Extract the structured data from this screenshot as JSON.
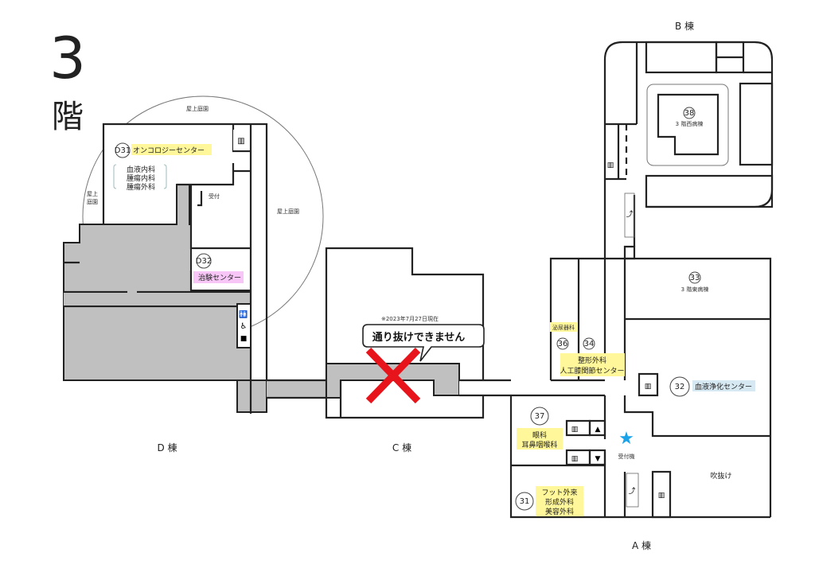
{
  "floor": {
    "number": "3",
    "kanji": "階"
  },
  "buildings": {
    "b": "B 棟",
    "d": "D 棟",
    "c": "C 棟",
    "a": "A 棟"
  },
  "rooftop_garden": {
    "top": "屋上庭園",
    "left_1": "屋上",
    "left_2": "庭園",
    "right": "屋上庭園"
  },
  "d_building": {
    "d31_number": "D31",
    "d31_name": "オンコロジーセンター",
    "d31_departments": [
      "血液内科",
      "腫瘍内科",
      "腫瘍外科"
    ],
    "reception": "受付",
    "d32_number": "D32",
    "d32_name": "治験センター"
  },
  "c_building": {
    "note": "※2023年7月27日現在",
    "notice": "通り抜けできません"
  },
  "b_building": {
    "r38_number": "38",
    "r38_name": "3 階西病棟"
  },
  "a_building": {
    "r33_number": "33",
    "r33_name": "3 階東病棟",
    "urology": "泌尿器科",
    "r36_number": "36",
    "r34_number": "34",
    "r34_names": [
      "整形外科",
      "人工膝関節センター"
    ],
    "r32_number": "32",
    "r32_name": "血液浄化センター",
    "r37_number": "37",
    "r37_names": [
      "眼科",
      "耳鼻咽喉科"
    ],
    "kiosk": "受付機",
    "atrium": "吹抜け",
    "r31_number": "31",
    "r31_names": [
      "フット外来",
      "形成外科",
      "美容外科"
    ]
  },
  "colors": {
    "highlight_yellow": "#fff799",
    "highlight_pink": "#f7c6f7",
    "highlight_blue": "#d6e8f2",
    "star": "#1aa3e8",
    "cross": "#e8141b",
    "corridor_gray": "#c0c0c0"
  }
}
